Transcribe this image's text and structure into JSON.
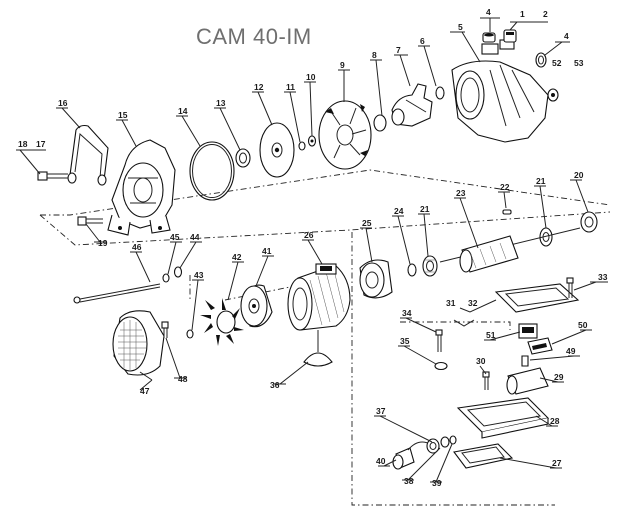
{
  "title": "CAM 40-IM",
  "part_labels": [
    "1",
    "2",
    "4",
    "4",
    "5",
    "6",
    "7",
    "8",
    "9",
    "10",
    "11",
    "12",
    "13",
    "14",
    "15",
    "16",
    "17",
    "18",
    "19",
    "20",
    "21",
    "21",
    "22",
    "23",
    "24",
    "25",
    "26",
    "27",
    "28",
    "29",
    "30",
    "31",
    "32",
    "33",
    "34",
    "35",
    "36",
    "37",
    "38",
    "39",
    "40",
    "41",
    "42",
    "43",
    "44",
    "45",
    "46",
    "47",
    "48",
    "49",
    "50",
    "51",
    "52",
    "53"
  ],
  "colors": {
    "line": "#111111",
    "title": "#6f6f6f",
    "background": "#ffffff"
  }
}
